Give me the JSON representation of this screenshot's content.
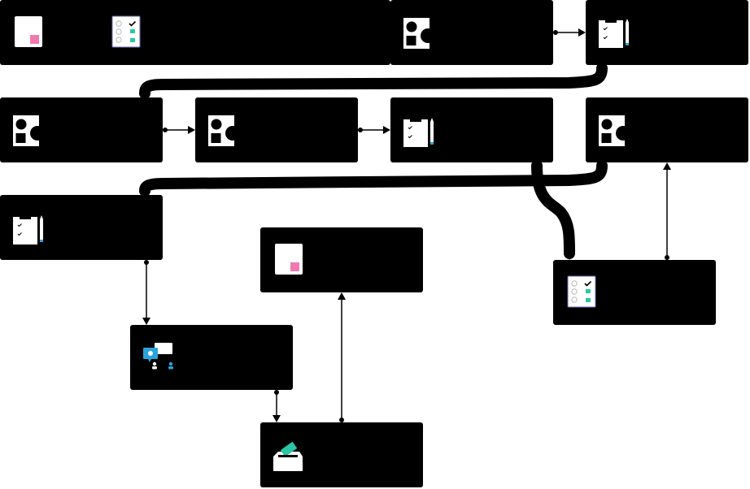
{
  "diagram": {
    "title": "",
    "nodes": [
      {
        "id": "n1",
        "icon": "sticky-note-icon",
        "label": ""
      },
      {
        "id": "n2",
        "icon": "checklist-icon",
        "label": ""
      },
      {
        "id": "n3",
        "icon": "sticky-note-icon",
        "label": ""
      },
      {
        "id": "n4",
        "icon": "shapes-icon",
        "label": ""
      },
      {
        "id": "n5",
        "icon": "clipboard-pencil-icon",
        "label": ""
      },
      {
        "id": "n6",
        "icon": "shapes-icon",
        "label": ""
      },
      {
        "id": "n7",
        "icon": "shapes-icon",
        "label": ""
      },
      {
        "id": "n8",
        "icon": "clipboard-pencil-icon",
        "label": ""
      },
      {
        "id": "n9",
        "icon": "shapes-icon",
        "label": ""
      },
      {
        "id": "n10",
        "icon": "clipboard-pencil-icon",
        "label": ""
      },
      {
        "id": "n11",
        "icon": "sticky-note-icon",
        "label": ""
      },
      {
        "id": "n12",
        "icon": "checklist-icon",
        "label": ""
      },
      {
        "id": "n13",
        "icon": "people-chat-icon",
        "label": ""
      },
      {
        "id": "n14",
        "icon": "ballot-box-icon",
        "label": ""
      }
    ],
    "edges": [
      {
        "from": "n4",
        "to": "n5"
      },
      {
        "from": "n5",
        "to": "n6"
      },
      {
        "from": "n6",
        "to": "n7"
      },
      {
        "from": "n7",
        "to": "n8"
      },
      {
        "from": "n9",
        "to": "n10"
      },
      {
        "from": "n8",
        "to": "n12"
      },
      {
        "from": "n12",
        "to": "n9"
      },
      {
        "from": "n10",
        "to": "n13"
      },
      {
        "from": "n13",
        "to": "n14"
      },
      {
        "from": "n14",
        "to": "n11"
      }
    ],
    "colors": {
      "node_fill": "#000000",
      "edge": "#000000",
      "background": "#ffffff",
      "accent_pink": "#f07ab0",
      "accent_teal": "#2bc7a4",
      "accent_blue": "#2aa3dc",
      "icon_white": "#ffffff"
    }
  }
}
